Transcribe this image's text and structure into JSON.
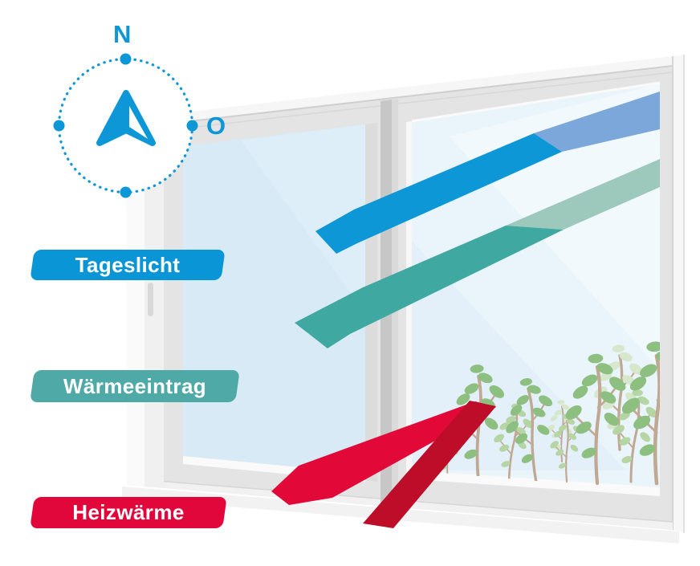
{
  "compass": {
    "north_label": "N",
    "east_label": "O",
    "color": "#0D97D7"
  },
  "labels": [
    {
      "id": "tageslicht",
      "text": "Tageslicht",
      "color": "#0A96D6"
    },
    {
      "id": "waermeeintrag",
      "text": "Wärmeeintrag",
      "color": "#4FA9A7"
    },
    {
      "id": "heizwaerme",
      "text": "Heizwärme",
      "color": "#E2073B"
    }
  ],
  "arrows": [
    {
      "label": "Tageslicht",
      "outside_color": "#7BA7DB",
      "inside_color": "#0D97D7",
      "direction": "from upper right outside, through glazing, into room lower left"
    },
    {
      "label": "Wärmeeintrag",
      "outside_color": "#9DC9BC",
      "inside_color": "#3FA8A0",
      "direction": "from upper right outside, through glazing, into room lower left"
    },
    {
      "label": "Heizwärme",
      "rising_color": "#BD0D29",
      "reflected_color": "#E20938",
      "direction": "from inside up to glazing, reflected back down into room"
    }
  ],
  "window": {
    "panes": 2,
    "frame_color": "#E4E4E4",
    "left_glass_color": "#D7EAF6",
    "right_glass_color": "#EAF4FB",
    "plant_greens": [
      "#8DBF80",
      "#B5D5A5",
      "#D6E7CC"
    ],
    "plant_stem_color": "#C0A893"
  }
}
